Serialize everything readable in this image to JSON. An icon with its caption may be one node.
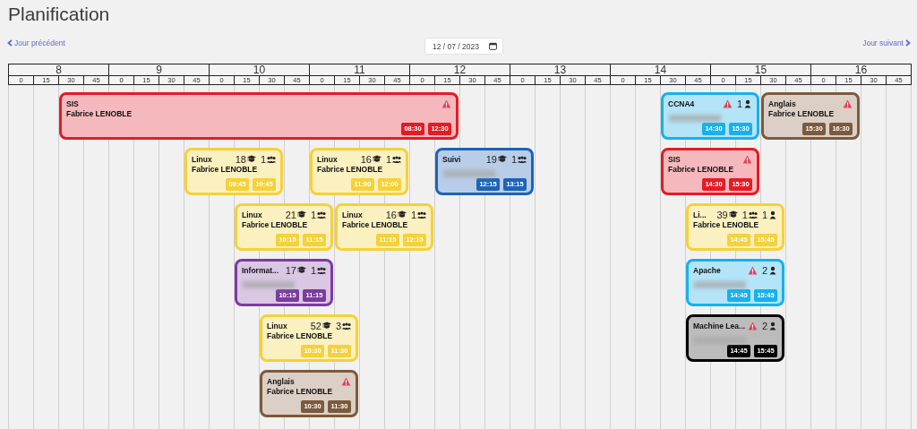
{
  "diagram": {
    "title": "Planification",
    "nodes": [
      {
        "text": [
          "SIS",
          "Fabrice LENOBLE",
          "08:30",
          "12:30"
        ]
      },
      {
        "text": [
          "CCNA4",
          "1",
          "14:30",
          "15:30"
        ]
      },
      {
        "text": [
          "Anglais",
          "Fabrice LENOBLE",
          "15:30",
          "16:30"
        ]
      },
      {
        "text": [
          "Linux",
          "18",
          "1",
          "Fabrice LENOBLE",
          "09:45",
          "10:45"
        ]
      },
      {
        "text": [
          "Linux",
          "16",
          "1",
          "Fabrice LENOBLE",
          "11:00",
          "12:00"
        ]
      },
      {
        "text": [
          "Suivi",
          "19",
          "1",
          "12:15",
          "13:15"
        ]
      },
      {
        "text": [
          "SIS",
          "Fabrice LENOBLE",
          "14:30",
          "15:30"
        ]
      },
      {
        "text": [
          "Linux",
          "21",
          "1",
          "Fabrice LENOBLE",
          "10:15",
          "11:15"
        ]
      },
      {
        "text": [
          "Linux",
          "16",
          "1",
          "Fabrice LENOBLE",
          "11:15",
          "12:15"
        ]
      },
      {
        "text": [
          "Li...",
          "39",
          "1",
          "1",
          "Fabrice LENOBLE",
          "14:45",
          "15:45"
        ]
      },
      {
        "text": [
          "Informat...",
          "17",
          "1",
          "10:15",
          "11:15"
        ]
      },
      {
        "text": [
          "Apache",
          "2",
          "14:45",
          "15:45"
        ]
      },
      {
        "text": [
          "Linux",
          "52",
          "3",
          "Fabrice LENOBLE",
          "10:30",
          "11:30"
        ]
      },
      {
        "text": [
          "Machine Lea...",
          "2",
          "14:45",
          "15:45"
        ]
      },
      {
        "text": [
          "Anglais",
          "Fabrice LENOBLE",
          "10:30",
          "11:30"
        ]
      }
    ],
    "labels": [
      "Jour précédent",
      "12 / 07 / 2023",
      "Jour suivant",
      "8",
      "9",
      "10",
      "11",
      "12",
      "13",
      "14",
      "15",
      "16",
      "0",
      "15",
      "30",
      "45",
      "0",
      "15",
      "30",
      "45",
      "0",
      "15",
      "30",
      "45",
      "0",
      "15",
      "30",
      "45",
      "0",
      "15",
      "30",
      "45",
      "0",
      "15",
      "30",
      "45",
      "0",
      "15",
      "30",
      "45",
      "0",
      "15",
      "30",
      "45",
      "0",
      "15",
      "30",
      "45"
    ]
  }
}
